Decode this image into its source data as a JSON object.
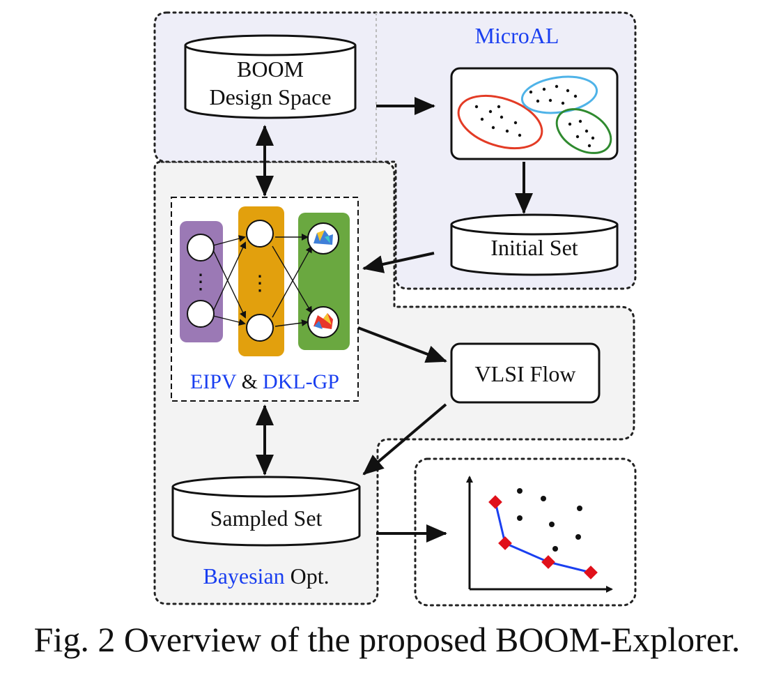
{
  "regions": {
    "microal_label": "MicroAL",
    "bayesian_label_blue": "Bayesian",
    "bayesian_label_black": "Opt."
  },
  "nodes": {
    "design_space_line1": "BOOM",
    "design_space_line2": "Design Space",
    "initial_set": "Initial Set",
    "vlsi_flow": "VLSI Flow",
    "sampled_set": "Sampled Set"
  },
  "model": {
    "label_part1": "EIPV",
    "label_amp": "&",
    "label_part2": "DKL-GP",
    "ellipsis": "⋮"
  },
  "caption": "Fig. 2 Overview of the proposed BOOM-Explorer.",
  "colors": {
    "accent_blue": "#1a3ff0",
    "purple_layer": "#9b79b5",
    "orange_layer": "#e2a00d",
    "green_layer": "#6aa840",
    "cluster_red": "#e33b25",
    "cluster_lightblue": "#4fb3e8",
    "cluster_green": "#2f8a2f",
    "pareto_red": "#e0101a",
    "pareto_line": "#1a3ff0"
  }
}
